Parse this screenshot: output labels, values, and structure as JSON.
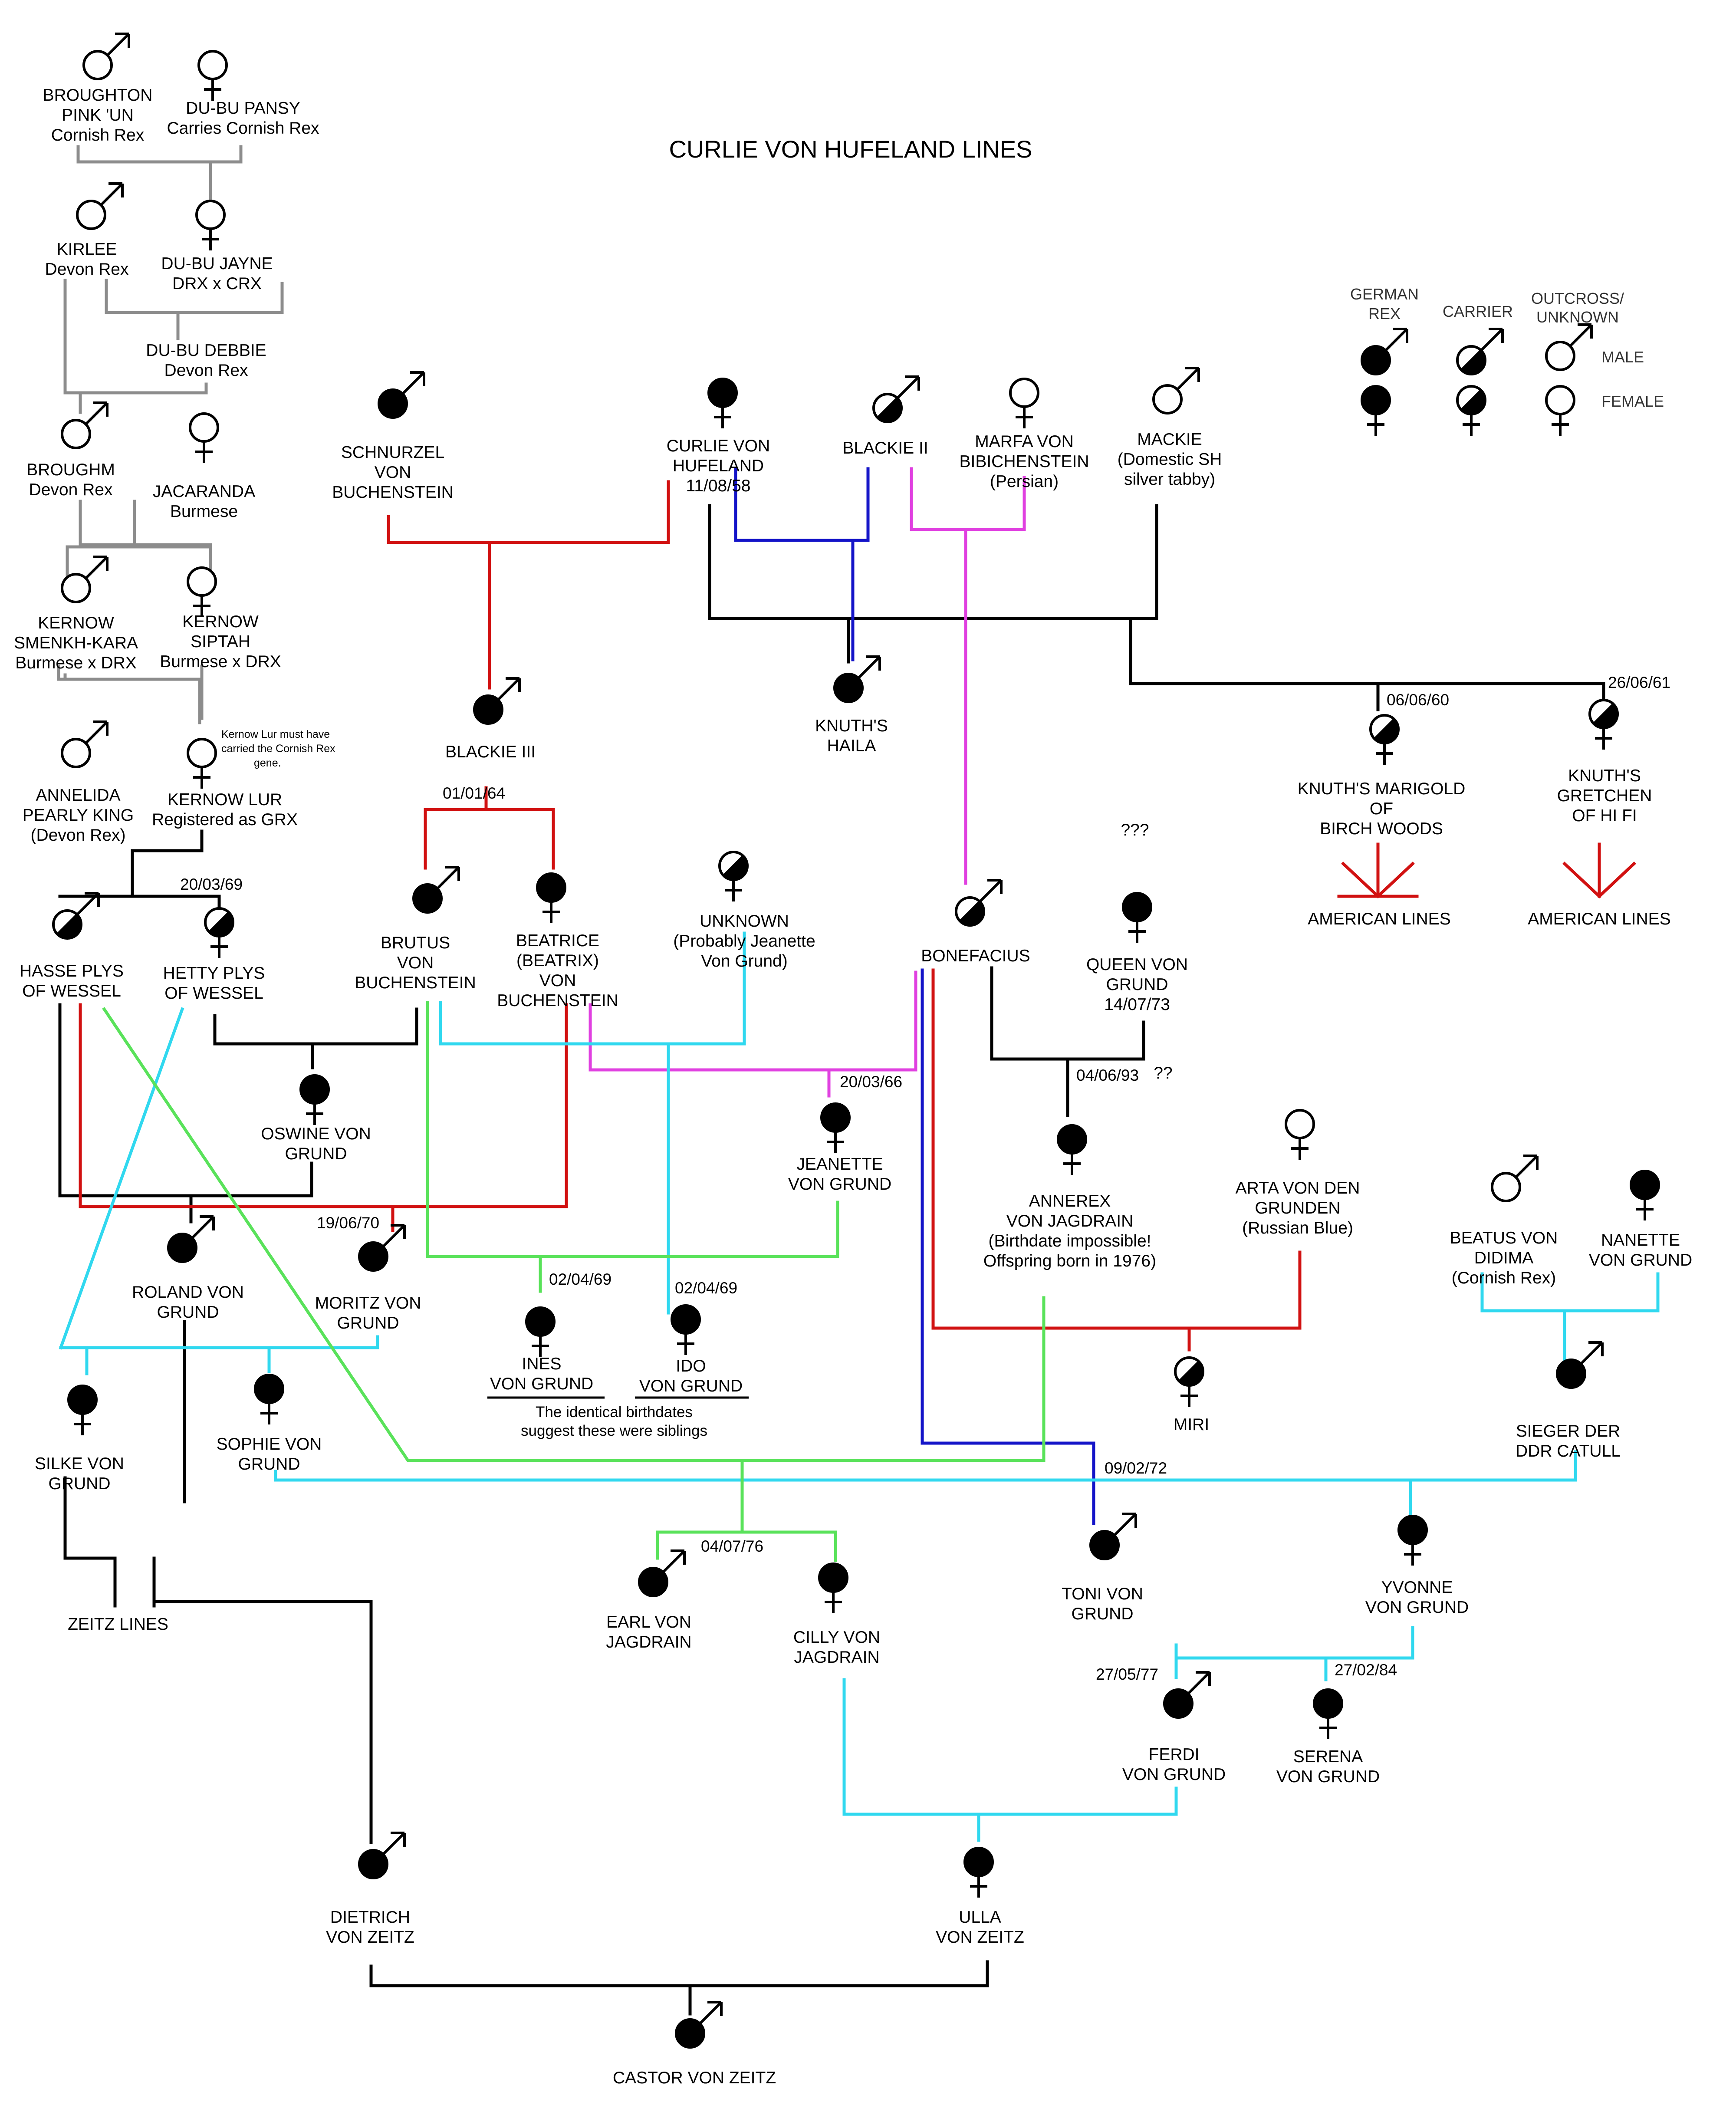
{
  "title": "CURLIE VON HUFELAND LINES",
  "legend": {
    "german_rex": [
      "GERMAN",
      "REX"
    ],
    "carrier": "CARRIER",
    "outcross": [
      "OUTCROSS/",
      "UNKNOWN"
    ],
    "male": "MALE",
    "female": "FEMALE"
  },
  "colors": {
    "grey": "#8c8c8c",
    "black": "#000000",
    "red": "#d11111",
    "blue": "#1414c8",
    "magenta": "#e040e0",
    "cyan": "#30d8ef",
    "green": "#59e25a"
  },
  "cats": [
    {
      "sex": "male",
      "status": "outcross",
      "lines": [
        "BROUGHTON",
        "PINK 'UN",
        "Cornish Rex"
      ]
    },
    {
      "sex": "female",
      "status": "outcross",
      "lines": [
        "DU-BU PANSY",
        "Carries Cornish Rex"
      ]
    },
    {
      "sex": "male",
      "status": "outcross",
      "lines": [
        "KIRLEE",
        "Devon Rex"
      ]
    },
    {
      "sex": "female",
      "status": "outcross",
      "lines": [
        "DU-BU JAYNE",
        "DRX x CRX"
      ]
    },
    {
      "sex": "none",
      "status": "none",
      "lines": [
        "DU-BU DEBBIE",
        "Devon Rex"
      ]
    },
    {
      "sex": "male",
      "status": "outcross",
      "lines": [
        "BROUGHM",
        "Devon Rex"
      ]
    },
    {
      "sex": "female",
      "status": "outcross",
      "lines": [
        "JACARANDA",
        "Burmese"
      ]
    },
    {
      "sex": "male",
      "status": "outcross",
      "lines": [
        "KERNOW",
        "SMENKH-KARA",
        "Burmese x DRX"
      ]
    },
    {
      "sex": "female",
      "status": "outcross",
      "lines": [
        "KERNOW",
        "SIPTAH",
        "Burmese x DRX"
      ]
    },
    {
      "sex": "male",
      "status": "outcross",
      "lines": [
        "ANNELIDA",
        "PEARLY KING",
        "(Devon Rex)"
      ]
    },
    {
      "sex": "female",
      "status": "outcross",
      "lines": [
        "KERNOW LUR",
        "Registered as GRX"
      ]
    },
    {
      "sex": "male",
      "status": "carrier",
      "lines": [
        "HASSE PLYS",
        "OF WESSEL"
      ]
    },
    {
      "sex": "female",
      "status": "carrier",
      "lines": [
        "HETTY PLYS",
        "OF WESSEL"
      ]
    },
    {
      "sex": "male",
      "status": "rex",
      "lines": [
        "SCHNURZEL",
        "VON",
        "BUCHENSTEIN"
      ]
    },
    {
      "sex": "female",
      "status": "rex",
      "lines": [
        "CURLIE VON",
        "HUFELAND",
        "11/08/58"
      ]
    },
    {
      "sex": "male",
      "status": "carrier",
      "lines": [
        "BLACKIE II"
      ]
    },
    {
      "sex": "female",
      "status": "outcross",
      "lines": [
        "MARFA VON",
        "BIBICHENSTEIN",
        "(Persian)"
      ]
    },
    {
      "sex": "male",
      "status": "outcross",
      "lines": [
        "MACKIE",
        "(Domestic SH",
        "silver tabby)"
      ]
    },
    {
      "sex": "male",
      "status": "rex",
      "lines": [
        "KNUTH'S",
        "HAILA"
      ]
    },
    {
      "sex": "male",
      "status": "rex",
      "lines": [
        "BLACKIE III"
      ]
    },
    {
      "sex": "female",
      "status": "carrier",
      "lines": [
        "KNUTH'S MARIGOLD",
        "OF",
        "BIRCH WOODS"
      ]
    },
    {
      "sex": "female",
      "status": "carrier",
      "lines": [
        "KNUTH'S",
        "GRETCHEN",
        "OF HI FI"
      ]
    },
    {
      "sex": "male",
      "status": "rex",
      "lines": [
        "BRUTUS",
        "VON",
        "BUCHENSTEIN"
      ]
    },
    {
      "sex": "female",
      "status": "rex",
      "lines": [
        "BEATRICE",
        "(BEATRIX)",
        "VON",
        "BUCHENSTEIN"
      ]
    },
    {
      "sex": "female",
      "status": "carrier",
      "lines": [
        "UNKNOWN",
        "(Probably Jeanette",
        "Von Grund)"
      ]
    },
    {
      "sex": "male",
      "status": "carrier",
      "lines": [
        "BONEFACIUS"
      ]
    },
    {
      "sex": "female",
      "status": "rex",
      "lines": [
        "QUEEN VON",
        "GRUND",
        "14/07/73"
      ]
    },
    {
      "sex": "female",
      "status": "rex",
      "lines": [
        "OSWINE VON",
        "GRUND"
      ]
    },
    {
      "sex": "female",
      "status": "rex",
      "lines": [
        "JEANETTE",
        "VON GRUND"
      ]
    },
    {
      "sex": "female",
      "status": "rex",
      "lines": [
        "ANNEREX",
        "VON JAGDRAIN",
        "(Birthdate impossible!",
        "Offspring born in 1976)"
      ]
    },
    {
      "sex": "female",
      "status": "outcross",
      "lines": [
        "ARTA VON DEN",
        "GRUNDEN",
        "(Russian Blue)"
      ]
    },
    {
      "sex": "male",
      "status": "outcross",
      "lines": [
        "BEATUS VON",
        "DIDIMA",
        "(Cornish Rex)"
      ]
    },
    {
      "sex": "female",
      "status": "rex",
      "lines": [
        "NANETTE",
        "VON GRUND"
      ]
    },
    {
      "sex": "male",
      "status": "rex",
      "lines": [
        "ROLAND VON",
        "GRUND"
      ]
    },
    {
      "sex": "male",
      "status": "rex",
      "lines": [
        "MORITZ VON",
        "GRUND"
      ]
    },
    {
      "sex": "female",
      "status": "rex",
      "lines": [
        "INES",
        "VON GRUND"
      ]
    },
    {
      "sex": "female",
      "status": "rex",
      "lines": [
        "IDO",
        "VON GRUND"
      ]
    },
    {
      "sex": "female",
      "status": "carrier",
      "lines": [
        "MIRI"
      ]
    },
    {
      "sex": "male",
      "status": "rex",
      "lines": [
        "SIEGER DER",
        "DDR CATULL"
      ]
    },
    {
      "sex": "female",
      "status": "rex",
      "lines": [
        "SILKE VON",
        "GRUND"
      ]
    },
    {
      "sex": "female",
      "status": "rex",
      "lines": [
        "SOPHIE VON",
        "GRUND"
      ]
    },
    {
      "sex": "male",
      "status": "rex",
      "lines": [
        "EARL VON",
        "JAGDRAIN"
      ]
    },
    {
      "sex": "female",
      "status": "rex",
      "lines": [
        "CILLY VON",
        "JAGDRAIN"
      ]
    },
    {
      "sex": "male",
      "status": "rex",
      "lines": [
        "TONI VON",
        "GRUND"
      ]
    },
    {
      "sex": "female",
      "status": "rex",
      "lines": [
        "YVONNE",
        "VON GRUND"
      ]
    },
    {
      "sex": "male",
      "status": "rex",
      "lines": [
        "FERDI",
        "VON GRUND"
      ]
    },
    {
      "sex": "female",
      "status": "rex",
      "lines": [
        "SERENA",
        "VON GRUND"
      ]
    },
    {
      "sex": "male",
      "status": "rex",
      "lines": [
        "DIETRICH",
        "VON ZEITZ"
      ]
    },
    {
      "sex": "female",
      "status": "rex",
      "lines": [
        "ULLA",
        "VON ZEITZ"
      ]
    },
    {
      "sex": "male",
      "status": "rex",
      "lines": [
        "CASTOR VON ZEITZ"
      ]
    }
  ],
  "dates": [
    "01/01/64",
    "06/06/60",
    "26/06/61",
    "20/03/69",
    "20/03/66",
    "04/06/93",
    "19/06/70",
    "02/04/69",
    "02/04/69",
    "09/02/72",
    "04/07/76",
    "27/05/77",
    "27/02/84"
  ],
  "notes": {
    "kernow_lur_note": [
      "Kernow Lur must have",
      "carried the Cornish Rex",
      "gene."
    ],
    "siblings_note": [
      "The identical birthdates",
      "suggest these were siblings"
    ],
    "unknown_marks": "???",
    "question_marks": "??",
    "american_lines": "AMERICAN LINES",
    "zeitz_lines": "ZEITZ LINES"
  }
}
